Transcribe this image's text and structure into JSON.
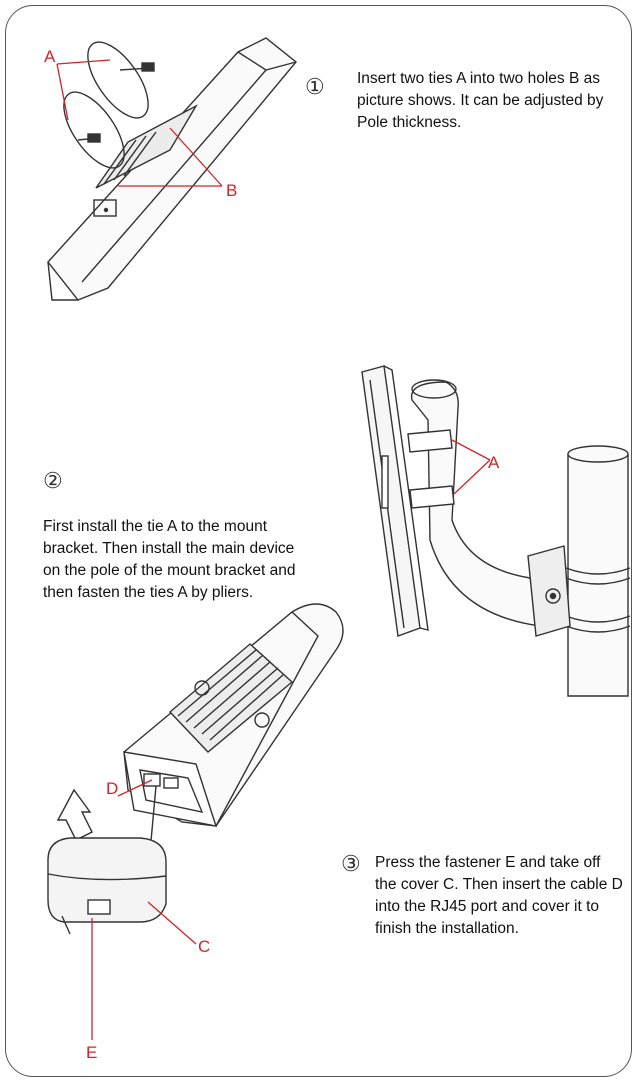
{
  "steps": [
    {
      "number": "①",
      "text": "Insert two ties A into two holes B as picture shows. It can be adjusted by Pole thickness."
    },
    {
      "number": "②",
      "text": "First install the tie A to the mount bracket. Then install the main device on the pole of the mount bracket and then fasten the ties A by pliers."
    },
    {
      "number": "③",
      "text": "Press the fastener E and take off the cover C. Then insert the cable D into the RJ45 port and cover it to finish the installation."
    }
  ],
  "callouts": {
    "tie_a": "A",
    "hole_b": "B",
    "cover_c": "C",
    "cable_d": "D",
    "fastener_e": "E"
  },
  "colors": {
    "callout": "#d0262a",
    "line": "#333333"
  }
}
